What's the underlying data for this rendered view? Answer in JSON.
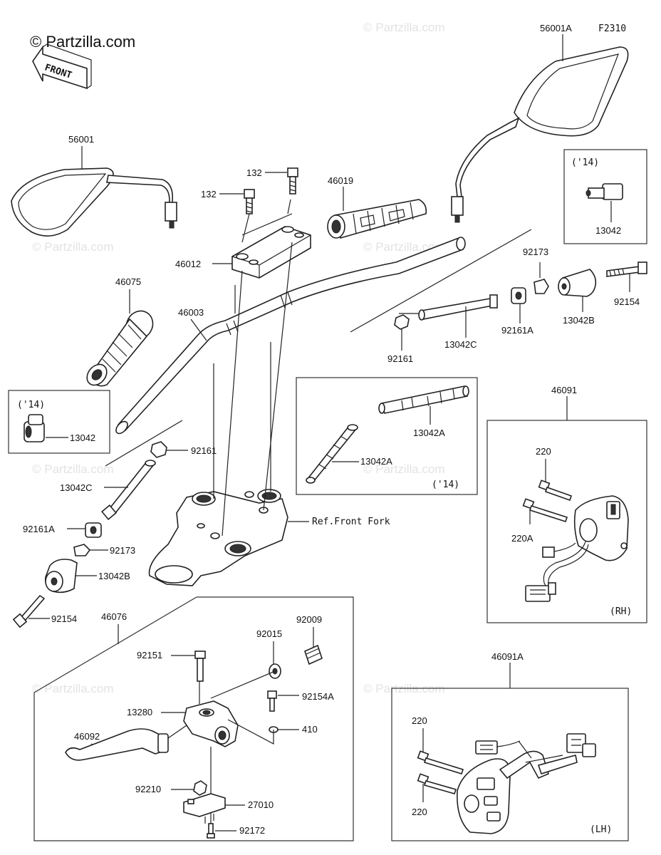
{
  "brand": "© Partzilla.com",
  "watermark": "© Partzilla.com",
  "figure_code": "F2310",
  "front_arrow_label": "FRONT",
  "ref_note": "Ref.Front Fork",
  "variant_label": "('14)",
  "rh_label": "(RH)",
  "lh_label": "(LH)",
  "parts": {
    "p56001A": "56001A",
    "p56001": "56001",
    "p132a": "132",
    "p132b": "132",
    "p46019": "46019",
    "p46012": "46012",
    "p92173a": "92173",
    "p13042a": "13042",
    "p92154a": "92154",
    "p13042B_r": "13042B",
    "p92161A_r": "92161A",
    "p13042C_r": "13042C",
    "p92161_r": "92161",
    "p46075": "46075",
    "p46003": "46003",
    "p13042b": "13042",
    "p92161_l": "92161",
    "p13042C_l": "13042C",
    "p92161A_l": "92161A",
    "p92173_l": "92173",
    "p13042B_l": "13042B",
    "p92154_l": "92154",
    "p13042A_1": "13042A",
    "p13042A_2": "13042A",
    "p46091": "46091",
    "p220_r": "220",
    "p220A": "220A",
    "p46076": "46076",
    "p92009": "92009",
    "p92015": "92015",
    "p92151": "92151",
    "p92154A": "92154A",
    "p13280": "13280",
    "p410": "410",
    "p46092": "46092",
    "p92210": "92210",
    "p27010": "27010",
    "p92172": "92172",
    "p46091A": "46091A",
    "p220_l1": "220",
    "p220_l2": "220"
  }
}
